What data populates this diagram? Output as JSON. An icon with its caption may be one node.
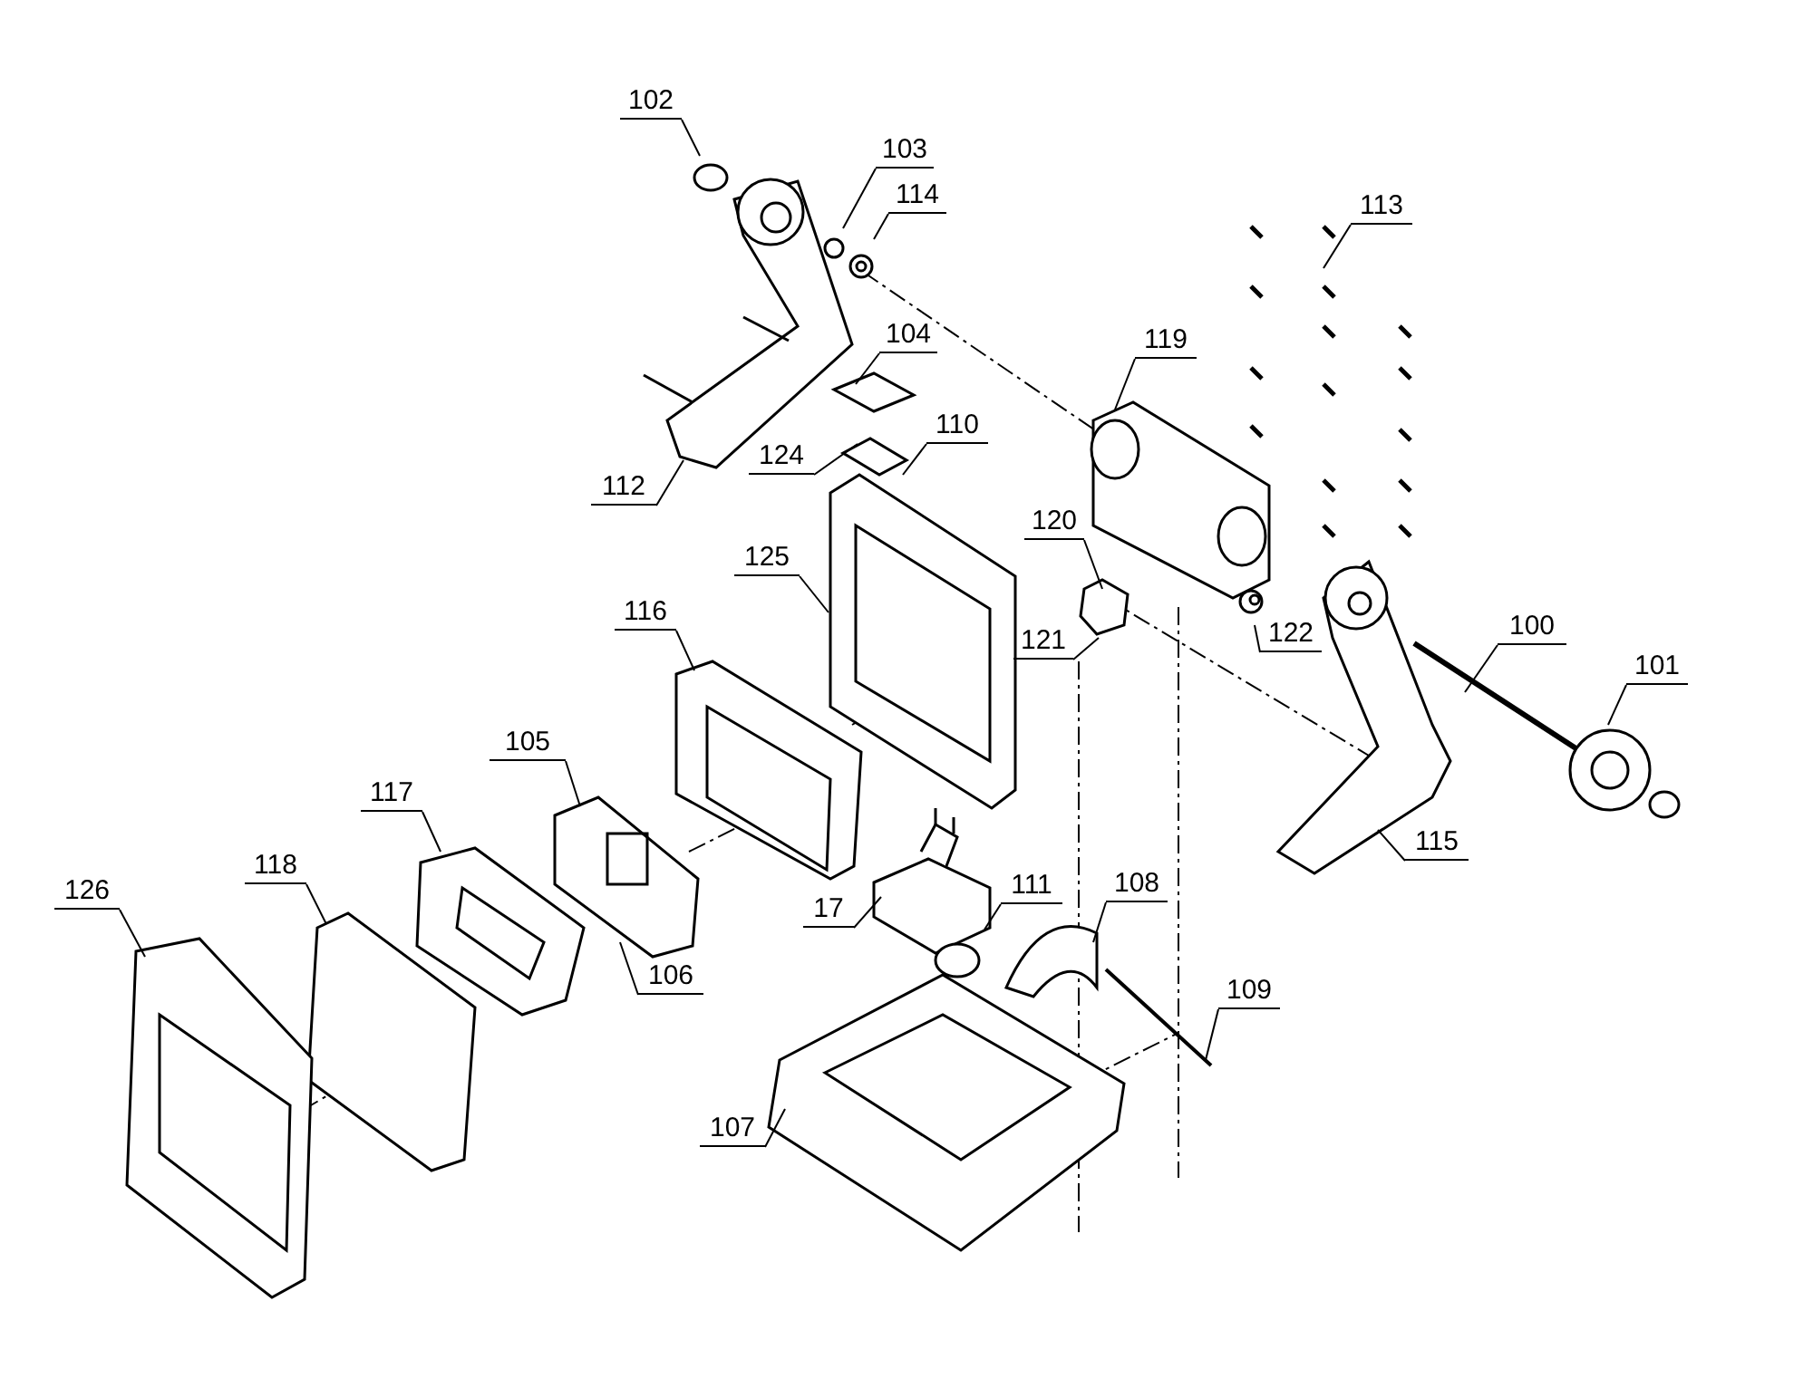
{
  "diagram": {
    "nodes": [
      {
        "text": [
          "102"
        ]
      },
      {
        "text": [
          "103"
        ]
      },
      {
        "text": [
          "114"
        ]
      },
      {
        "text": [
          "113"
        ]
      },
      {
        "text": [
          "104"
        ]
      },
      {
        "text": [
          "119"
        ]
      },
      {
        "text": [
          "110"
        ]
      },
      {
        "text": [
          "124"
        ]
      },
      {
        "text": [
          "112"
        ]
      },
      {
        "text": [
          "120"
        ]
      },
      {
        "text": [
          "125"
        ]
      },
      {
        "text": [
          "116"
        ]
      },
      {
        "text": [
          "122"
        ]
      },
      {
        "text": [
          "100"
        ]
      },
      {
        "text": [
          "121"
        ]
      },
      {
        "text": [
          "101"
        ]
      },
      {
        "text": [
          "105"
        ]
      },
      {
        "text": [
          "117"
        ]
      },
      {
        "text": [
          "115"
        ]
      },
      {
        "text": [
          "118"
        ]
      },
      {
        "text": [
          "126"
        ]
      },
      {
        "text": [
          "111"
        ]
      },
      {
        "text": [
          "108"
        ]
      },
      {
        "text": [
          "17"
        ]
      },
      {
        "text": [
          "106"
        ]
      },
      {
        "text": [
          "109"
        ]
      },
      {
        "text": [
          "107"
        ]
      }
    ],
    "edges": [
      {
        "from": 0,
        "to": null,
        "arrow": "none"
      },
      {
        "from": 1,
        "to": null,
        "arrow": "none"
      },
      {
        "from": 2,
        "to": null,
        "arrow": "none"
      },
      {
        "from": 3,
        "to": null,
        "arrow": "none"
      },
      {
        "from": 4,
        "to": null,
        "arrow": "none"
      },
      {
        "from": 5,
        "to": null,
        "arrow": "none"
      },
      {
        "from": 6,
        "to": null,
        "arrow": "none"
      },
      {
        "from": 7,
        "to": null,
        "arrow": "none"
      },
      {
        "from": 8,
        "to": null,
        "arrow": "none"
      },
      {
        "from": 9,
        "to": null,
        "arrow": "none"
      },
      {
        "from": 10,
        "to": null,
        "arrow": "none"
      },
      {
        "from": 11,
        "to": null,
        "arrow": "none"
      },
      {
        "from": 12,
        "to": null,
        "arrow": "none"
      },
      {
        "from": 13,
        "to": null,
        "arrow": "none"
      },
      {
        "from": 14,
        "to": null,
        "arrow": "none"
      },
      {
        "from": 15,
        "to": null,
        "arrow": "none"
      },
      {
        "from": 16,
        "to": null,
        "arrow": "none"
      },
      {
        "from": 17,
        "to": null,
        "arrow": "none"
      },
      {
        "from": 18,
        "to": null,
        "arrow": "none"
      },
      {
        "from": 19,
        "to": null,
        "arrow": "none"
      },
      {
        "from": 20,
        "to": null,
        "arrow": "none"
      },
      {
        "from": 21,
        "to": null,
        "arrow": "none"
      },
      {
        "from": 22,
        "to": null,
        "arrow": "none"
      },
      {
        "from": 23,
        "to": null,
        "arrow": "none"
      },
      {
        "from": 24,
        "to": null,
        "arrow": "none"
      },
      {
        "from": 25,
        "to": null,
        "arrow": "none"
      },
      {
        "from": 26,
        "to": null,
        "arrow": "none"
      }
    ]
  }
}
